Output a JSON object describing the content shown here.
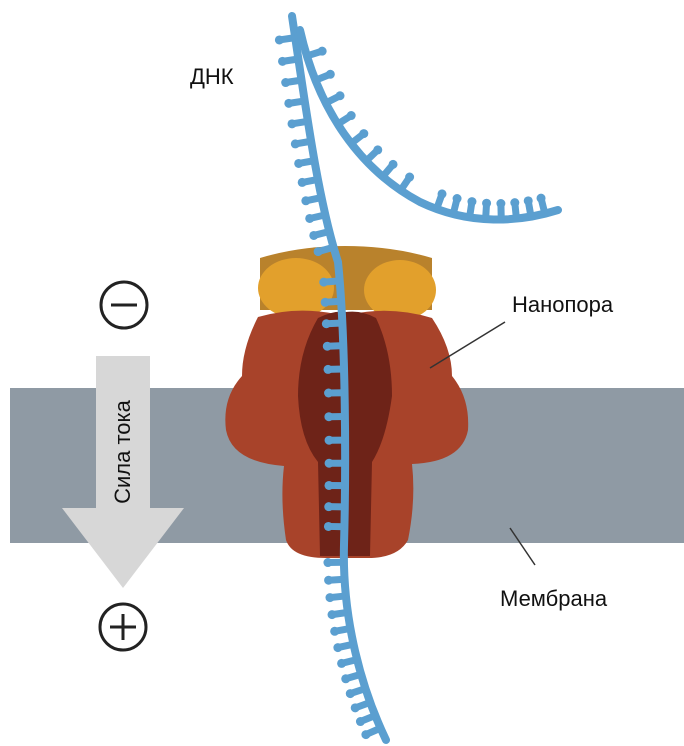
{
  "labels": {
    "dna": "ДНК",
    "nanopore": "Нанопора",
    "membrane": "Мембрана",
    "current": "Сила тока"
  },
  "symbols": {
    "minus": "minus-circle-icon",
    "plus": "plus-circle-icon"
  },
  "colors": {
    "dna": "#5b9fd0",
    "membrane": "#8f9aa4",
    "pore_outer": "#a8432a",
    "pore_inner": "#6e2318",
    "pore_top": "#e2a02c",
    "pore_top_dark": "#b9822c",
    "arrow": "#d7d7d7"
  }
}
